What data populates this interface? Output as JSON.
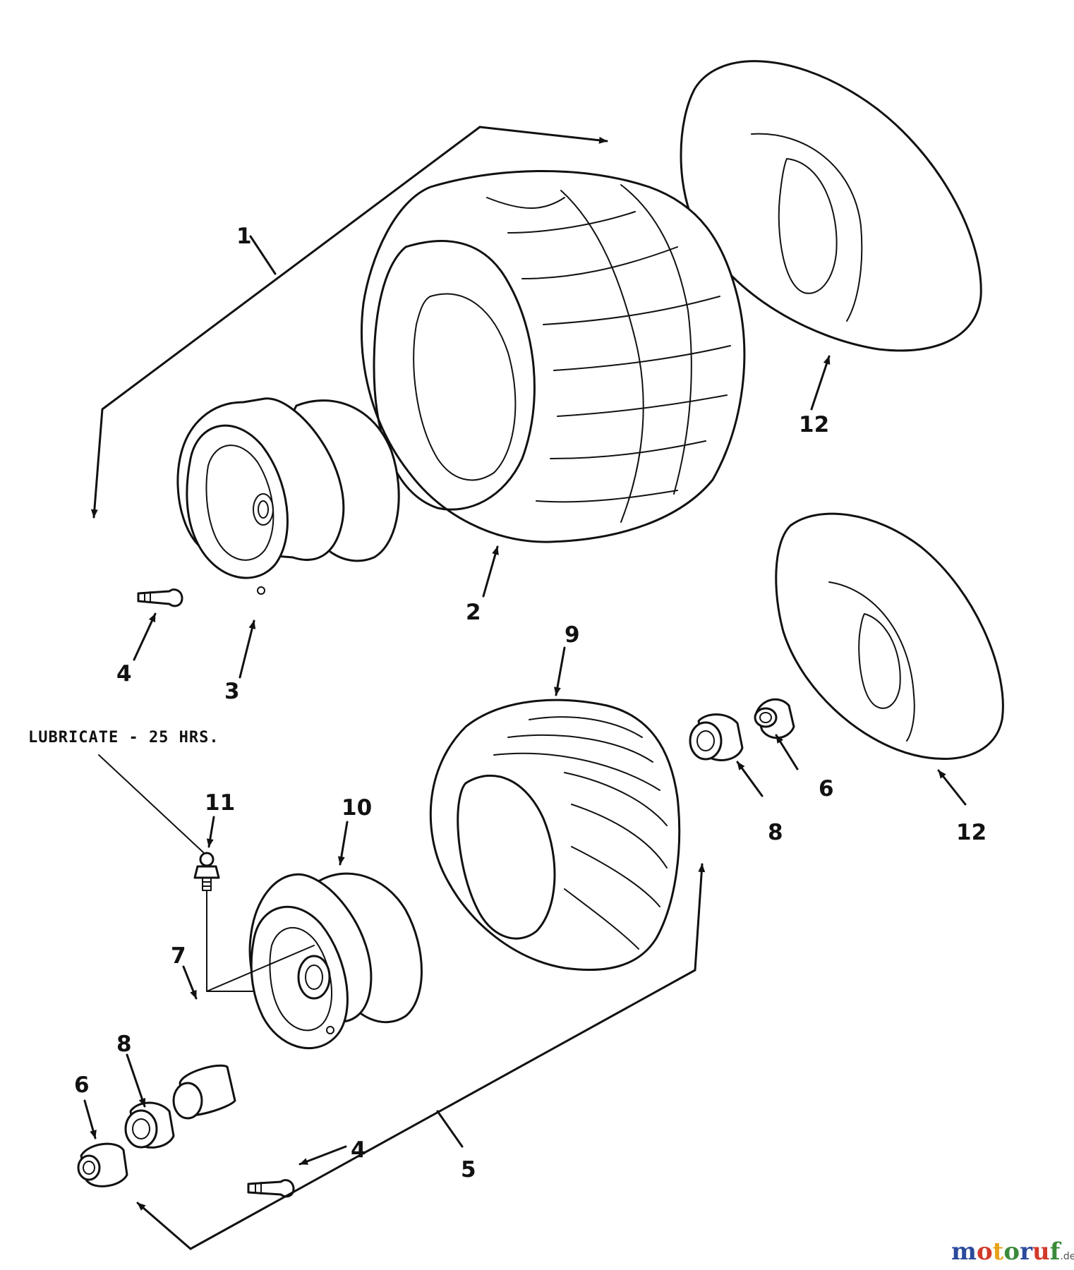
{
  "note": "LUBRICATE - 25 HRS.",
  "callouts": {
    "c1": "1",
    "c2": "2",
    "c3": "3",
    "c4_top": "4",
    "c4_bottom": "4",
    "c5": "5",
    "c6_left": "6",
    "c6_right": "6",
    "c7": "7",
    "c8_left": "8",
    "c8_right": "8",
    "c9": "9",
    "c10": "10",
    "c11": "11",
    "c12_top": "12",
    "c12_bottom": "12"
  },
  "watermark": {
    "letters": [
      "m",
      "o",
      "t",
      "o",
      "r",
      "u",
      "f"
    ],
    "suffix": ".de",
    "colors": [
      "#2b4a9c",
      "#d23a2a",
      "#e8a21a",
      "#3a8a3a",
      "#2b4a9c",
      "#d23a2a",
      "#3a8a3a"
    ],
    "suffix_color": "#555555"
  }
}
